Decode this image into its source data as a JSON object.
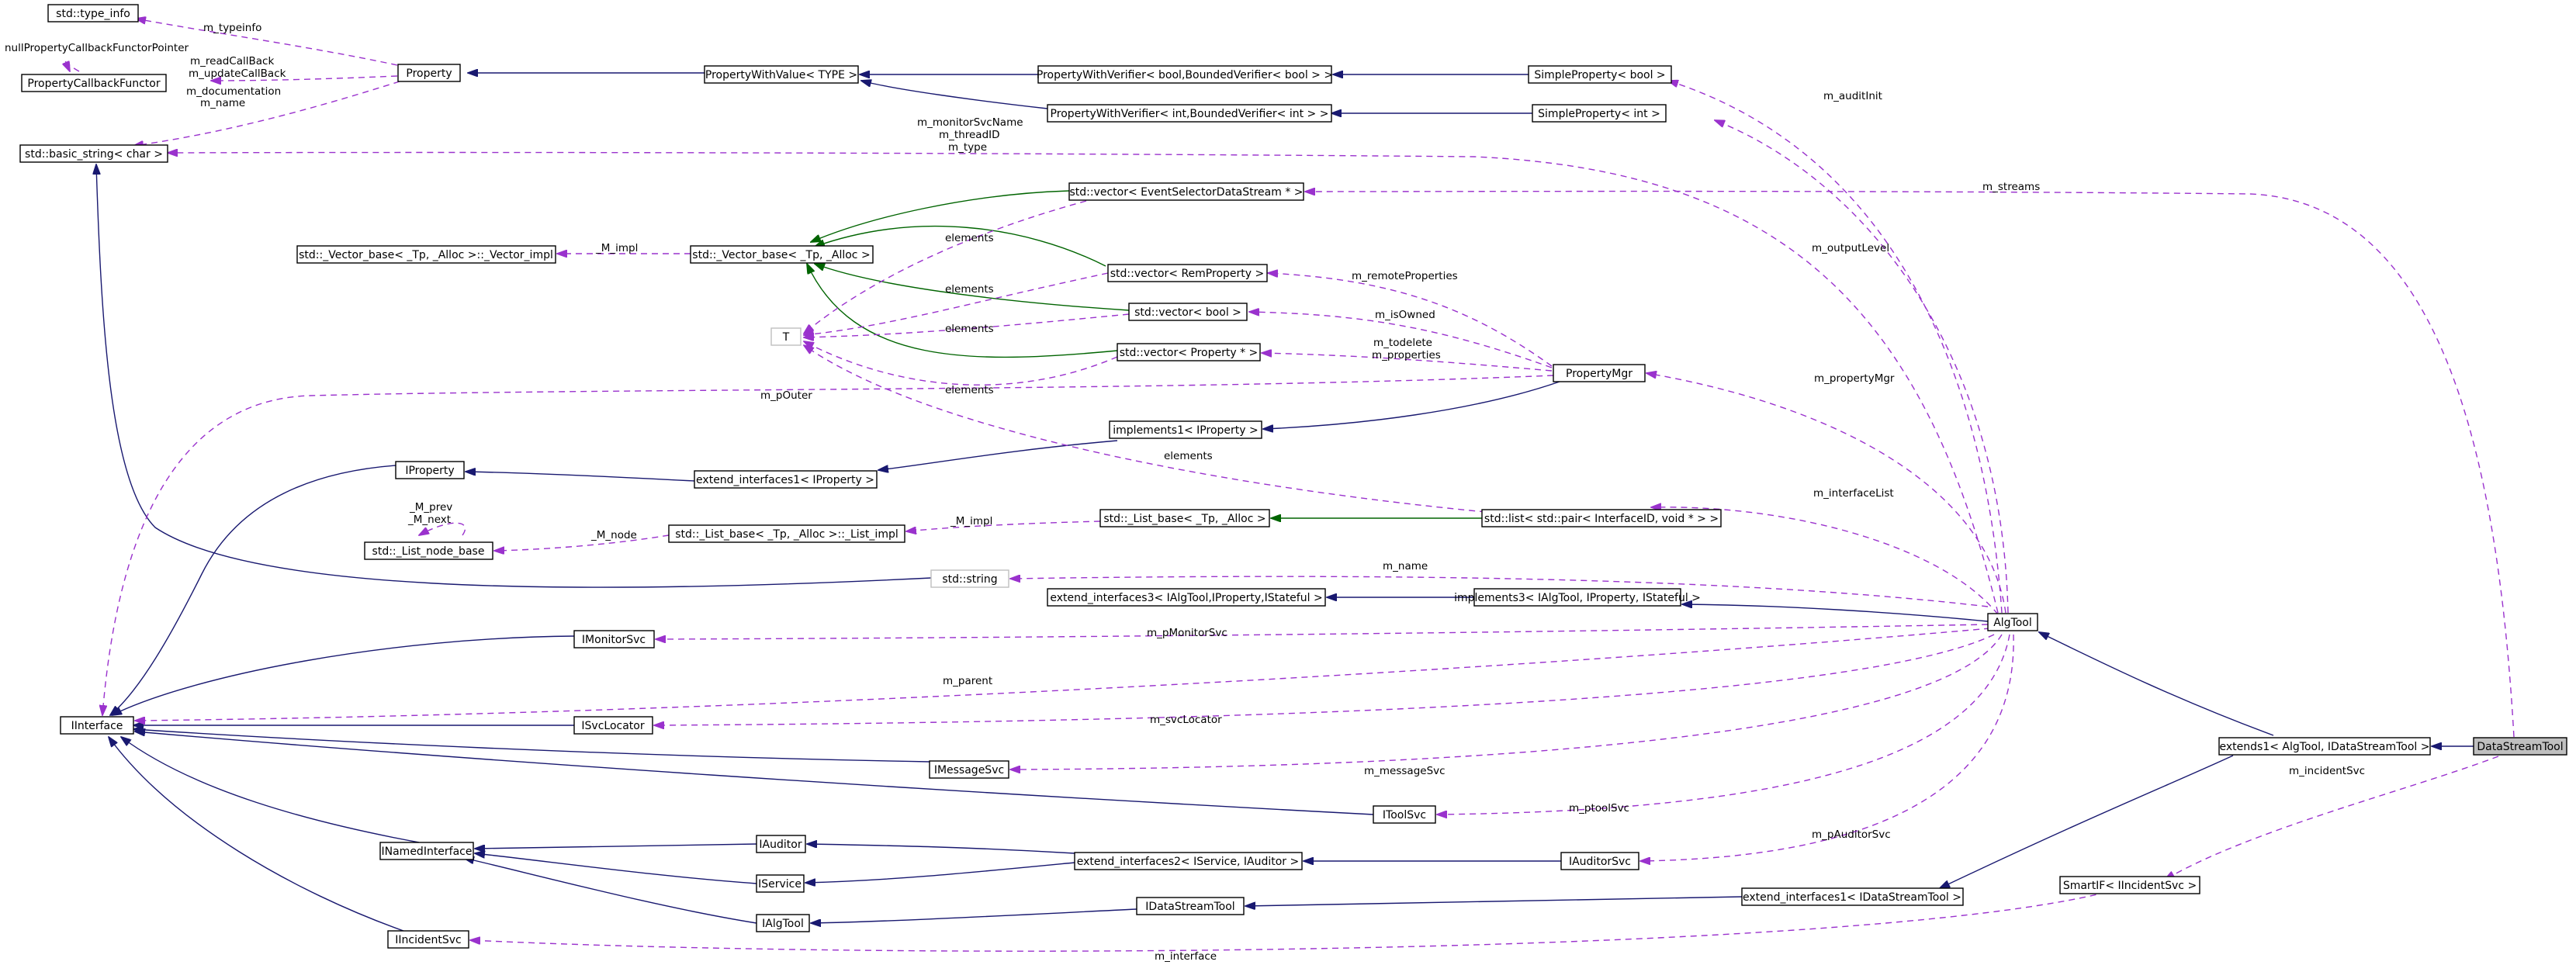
{
  "diagram": {
    "focus_class": "DataStreamTool",
    "nodes": {
      "std_type_info": "std::type_info",
      "property_callback_functor": "PropertyCallbackFunctor",
      "property": "Property",
      "property_with_value": "PropertyWithValue< TYPE >",
      "property_with_verifier_bool": "PropertyWithVerifier< bool,BoundedVerifier< bool > >",
      "simple_property_bool": "SimpleProperty< bool >",
      "property_with_verifier_int": "PropertyWithVerifier< int,BoundedVerifier< int > >",
      "simple_property_int": "SimpleProperty< int >",
      "std_basic_string": "std::basic_string< char >",
      "vector_event_selector": "std::vector< EventSelectorDataStream * >",
      "vector_base_impl": "std::_Vector_base< _Tp, _Alloc >::_Vector_impl",
      "vector_base": "std::_Vector_base< _Tp, _Alloc >",
      "vector_rem_property": "std::vector< RemProperty >",
      "vector_bool": "std::vector< bool >",
      "template_t": "T",
      "vector_property_ptr": "std::vector< Property * >",
      "property_mgr": "PropertyMgr",
      "implements1_iproperty": "implements1< IProperty >",
      "iproperty": "IProperty",
      "extend_interfaces1_iproperty": "extend_interfaces1< IProperty >",
      "list_base": "std::_List_base< _Tp, _Alloc >",
      "list_pair": "std::list< std::pair< InterfaceID, void * > >",
      "list_node_base": "std::_List_node_base",
      "list_base_impl": "std::_List_base< _Tp, _Alloc >::_List_impl",
      "std_string": "std::string",
      "extend_interfaces3": "extend_interfaces3< IAlgTool,IProperty,IStateful >",
      "implements3": "implements3< IAlgTool, IProperty, IStateful >",
      "alg_tool": "AlgTool",
      "imonitor_svc": "IMonitorSvc",
      "iinterface": "IInterface",
      "isvc_locator": "ISvcLocator",
      "imessage_svc": "IMessageSvc",
      "extends1": "extends1< AlgTool, IDataStreamTool >",
      "data_stream_tool": "DataStreamTool",
      "itool_svc": "IToolSvc",
      "iauditor": "IAuditor",
      "inamed_interface": "INamedInterface",
      "extend_interfaces2": "extend_interfaces2< IService, IAuditor >",
      "iauditor_svc": "IAuditorSvc",
      "iservice": "IService",
      "idata_stream_tool": "IDataStreamTool",
      "extend_interfaces1_idst": "extend_interfaces1< IDataStreamTool >",
      "smart_if": "SmartIF< IIncidentSvc >",
      "ialg_tool": "IAlgTool",
      "iincident_svc": "IIncidentSvc"
    },
    "edge_labels": {
      "m_typeinfo": "m_typeinfo",
      "null_callback": "nullPropertyCallbackFunctorPointer",
      "m_readcallback": "m_readCallBack",
      "m_updatecallback": "m_updateCallBack",
      "m_documentation": "m_documentation",
      "m_name_prop": "m_name",
      "m_monitorsvcname": "m_monitorSvcName",
      "m_threadid": "m_threadID",
      "m_type": "m_type",
      "m_auditinit": "m_auditInit",
      "m_streams": "m_streams",
      "m_impl_vec": "_M_impl",
      "elements_1": "elements",
      "m_outputlevel": "m_outputLevel",
      "m_remoteproperties": "m_remoteProperties",
      "elements_2": "elements",
      "m_isowned": "m_isOwned",
      "elements_3": "elements",
      "m_todelete": "m_todelete",
      "m_properties": "m_properties",
      "m_propertymgr": "m_propertyMgr",
      "m_pouter": "m_pOuter",
      "elements_4": "elements",
      "elements_5": "elements",
      "m_interfacelist": "m_interfaceList",
      "m_prev": "_M_prev",
      "m_next": "_M_next",
      "m_impl_list": "_M_impl",
      "m_node": "_M_node",
      "m_name_tool": "m_name",
      "m_pmonitorsvc": "m_pMonitorSvc",
      "m_parent": "m_parent",
      "m_svclocator": "m_svcLocator",
      "m_incidentsvc": "m_incidentSvc",
      "m_messagesvc": "m_messageSvc",
      "m_ptoolsvc": "m_ptoolSvc",
      "m_pauditorsvc": "m_pAuditorSvc",
      "m_interface": "m_interface"
    }
  }
}
